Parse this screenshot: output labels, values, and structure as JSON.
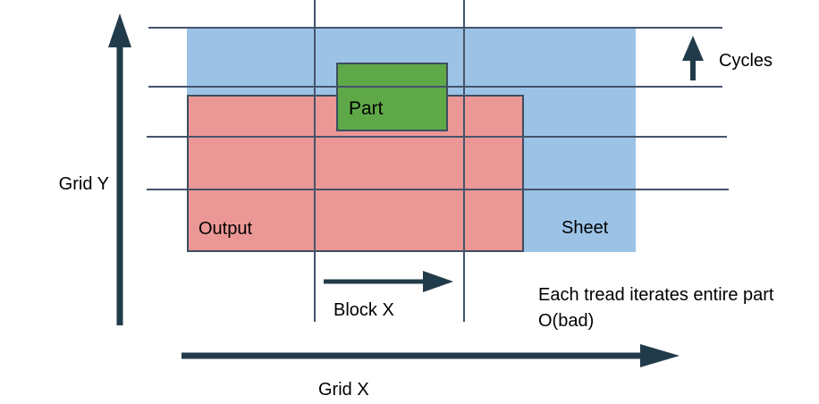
{
  "colors": {
    "background": "#ffffff",
    "sheet_fill": "#9CC3E6",
    "output_fill": "#EB9796",
    "part_fill": "#5FA848",
    "shape_border": "#3D4E5E",
    "grid_line": "#44546A",
    "arrow": "#223B4A",
    "text": "#000000"
  },
  "regions": {
    "sheet_label": "Sheet",
    "output_label": "Output",
    "part_label": "Part"
  },
  "axes": {
    "grid_y_label": "Grid Y",
    "grid_x_label": "Grid X",
    "block_x_label": "Block X",
    "cycles_label": "Cycles"
  },
  "annotation": {
    "line1": "Each tread iterates entire part",
    "line2": "O(bad)"
  }
}
